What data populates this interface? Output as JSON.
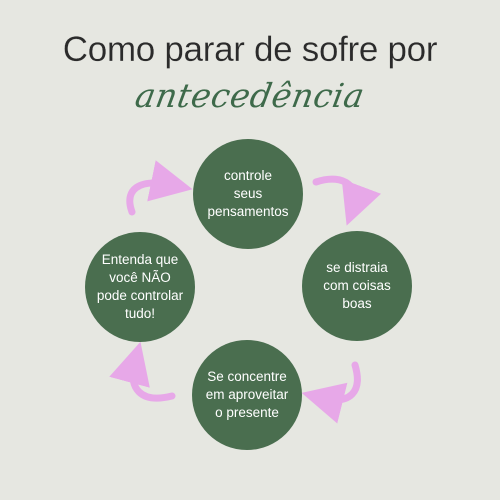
{
  "header": {
    "title": "Como parar de sofre por",
    "subtitle": "antecedência"
  },
  "cycle": {
    "steps": [
      {
        "id": "top",
        "text": "controle\nseus\npensamentos"
      },
      {
        "id": "right",
        "text": "se distraia\ncom coisas\nboas"
      },
      {
        "id": "bottom",
        "text": "Se concentre\nem aproveitar\no presente"
      },
      {
        "id": "left",
        "text": "Entenda que\nvocê NÃO\npode controlar\ntudo!"
      }
    ],
    "colors": {
      "circle": "#4a6e4f",
      "arrow": "#e7a8e8",
      "background": "#e6e7e1",
      "subtitle": "#3e6a4a"
    }
  }
}
